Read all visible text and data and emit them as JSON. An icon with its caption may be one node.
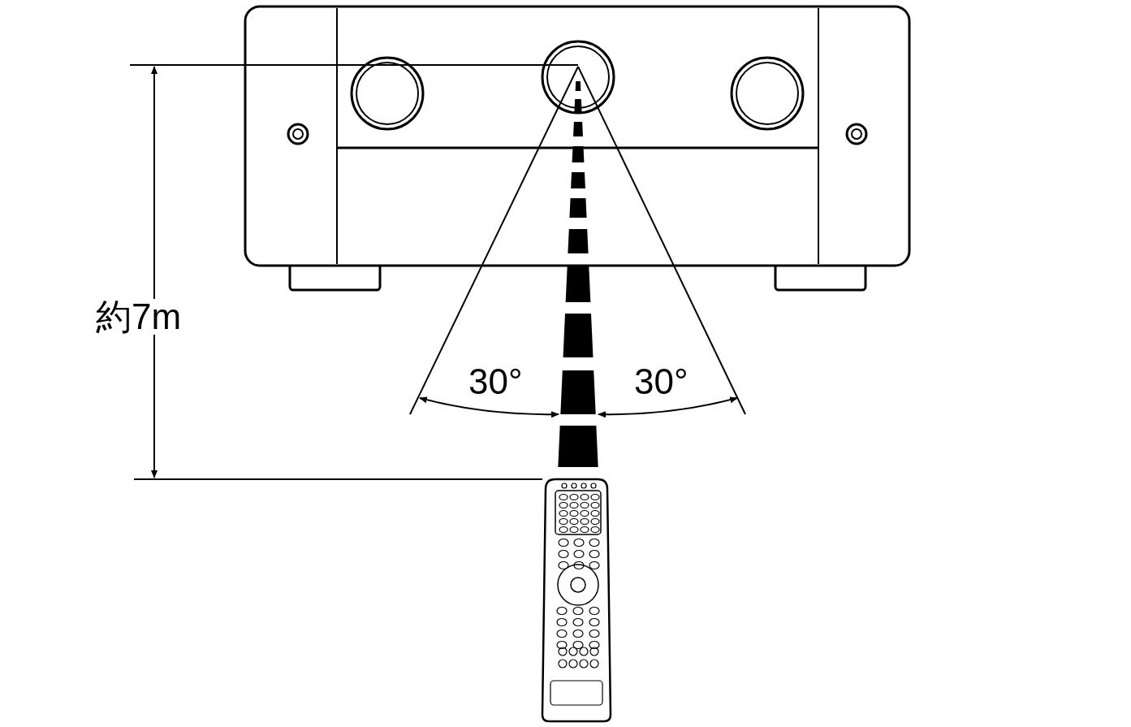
{
  "diagram": {
    "labels": [
      "約7m",
      "30°",
      "30°"
    ]
  }
}
